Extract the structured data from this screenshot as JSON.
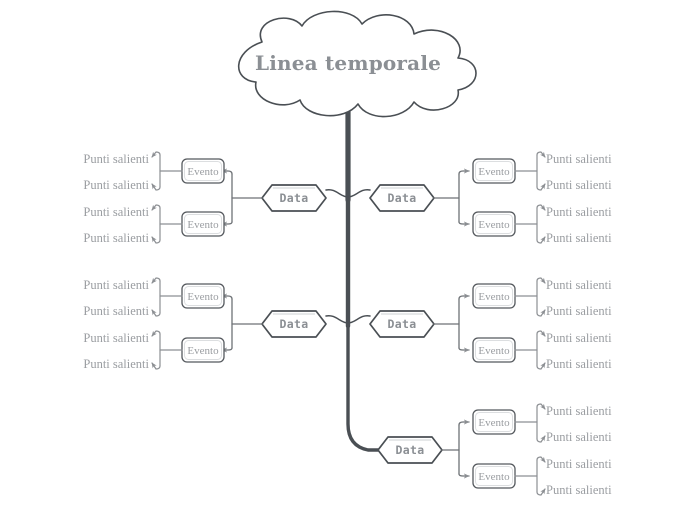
{
  "diagram": {
    "type": "mind-map",
    "language": "it",
    "background": "#ffffff",
    "root": {
      "label": "Linea temporale",
      "shape": "cloud",
      "text_color": "#8b8f94",
      "outline_color": "#4a4f54"
    },
    "trunk": {
      "color": "#4a4f54",
      "description": "vertical tapering spine from cloud downward curving right at the bottom"
    },
    "node_labels": {
      "date": "Data",
      "event": "Evento",
      "highlight": "Punti salienti"
    },
    "branches": [
      {
        "id": "branch-1-left",
        "side": "left",
        "date_label": "Data",
        "events": [
          {
            "label": "Evento",
            "highlights": [
              "Punti salienti",
              "Punti salienti"
            ]
          },
          {
            "label": "Evento",
            "highlights": [
              "Punti salienti",
              "Punti salienti"
            ]
          }
        ]
      },
      {
        "id": "branch-1-right",
        "side": "right",
        "date_label": "Data",
        "events": [
          {
            "label": "Evento",
            "highlights": [
              "Punti salienti",
              "Punti salienti"
            ]
          },
          {
            "label": "Evento",
            "highlights": [
              "Punti salienti",
              "Punti salienti"
            ]
          }
        ]
      },
      {
        "id": "branch-2-left",
        "side": "left",
        "date_label": "Data",
        "events": [
          {
            "label": "Evento",
            "highlights": [
              "Punti salienti",
              "Punti salienti"
            ]
          },
          {
            "label": "Evento",
            "highlights": [
              "Punti salienti",
              "Punti salienti"
            ]
          }
        ]
      },
      {
        "id": "branch-2-right",
        "side": "right",
        "date_label": "Data",
        "events": [
          {
            "label": "Evento",
            "highlights": [
              "Punti salienti",
              "Punti salienti"
            ]
          },
          {
            "label": "Evento",
            "highlights": [
              "Punti salienti",
              "Punti salienti"
            ]
          }
        ]
      },
      {
        "id": "branch-3-right",
        "side": "right",
        "date_label": "Data",
        "events": [
          {
            "label": "Evento",
            "highlights": [
              "Punti salienti",
              "Punti salienti"
            ]
          },
          {
            "label": "Evento",
            "highlights": [
              "Punti salienti",
              "Punti salienti"
            ]
          }
        ]
      }
    ],
    "colors": {
      "outline": "#4a4f54",
      "text_gray": "#9a9da1",
      "connector": "#8c8f93",
      "canvas": "#ffffff"
    }
  }
}
